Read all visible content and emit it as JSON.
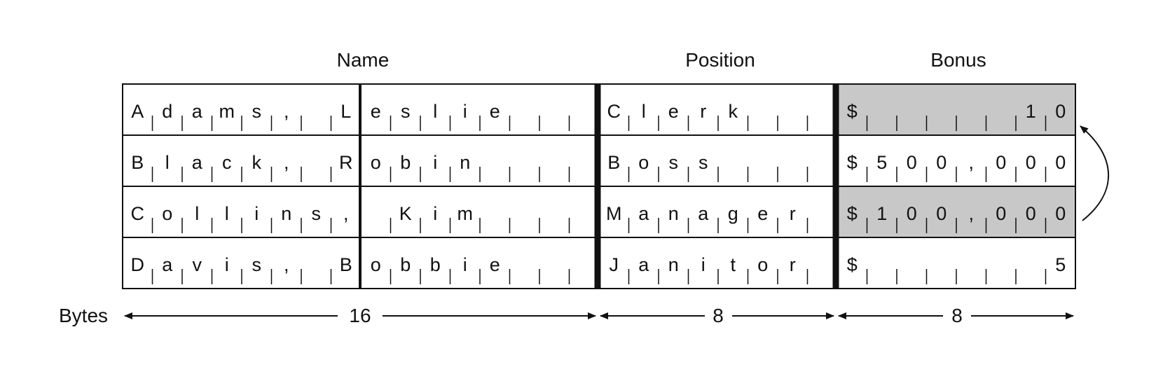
{
  "headers": {
    "name": "Name",
    "position": "Position",
    "bonus": "Bonus"
  },
  "byte_labels": {
    "prefix": "Bytes",
    "name_width": "16",
    "position_width": "8",
    "bonus_width": "8"
  },
  "rows": [
    {
      "name": "Adams, Leslie",
      "position": "Clerk",
      "bonus": "$10",
      "highlight": true
    },
    {
      "name": "Black, Robin",
      "position": "Boss",
      "bonus": "$500,000",
      "highlight": false
    },
    {
      "name": "Collins, Kim",
      "position": "Manager",
      "bonus": "$100,000",
      "highlight": true
    },
    {
      "name": "Davis, Bobbie",
      "position": "Janitor",
      "bonus": "$5",
      "highlight": false
    }
  ],
  "cells": [
    {
      "name": [
        "A",
        "d",
        "a",
        "m",
        "s",
        ",",
        " ",
        "L",
        "e",
        "s",
        "l",
        "i",
        "e",
        " ",
        " ",
        " "
      ],
      "position": [
        "C",
        "l",
        "e",
        "r",
        "k",
        " ",
        " ",
        " "
      ],
      "bonus": [
        "$",
        " ",
        " ",
        " ",
        " ",
        " ",
        "1",
        "0"
      ]
    },
    {
      "name": [
        "B",
        "l",
        "a",
        "c",
        "k",
        ",",
        " ",
        "R",
        "o",
        "b",
        "i",
        "n",
        " ",
        " ",
        " ",
        " "
      ],
      "position": [
        "B",
        "o",
        "s",
        "s",
        " ",
        " ",
        " ",
        " "
      ],
      "bonus": [
        "$",
        "5",
        "0",
        "0",
        ",",
        "0",
        "0",
        "0"
      ]
    },
    {
      "name": [
        "C",
        "o",
        "l",
        "l",
        "i",
        "n",
        "s",
        ",",
        " ",
        "K",
        "i",
        "m",
        " ",
        " ",
        " ",
        " "
      ],
      "position": [
        "M",
        "a",
        "n",
        "a",
        "g",
        "e",
        "r",
        " "
      ],
      "bonus": [
        "$",
        "1",
        "0",
        "0",
        ",",
        "0",
        "0",
        "0"
      ]
    },
    {
      "name": [
        "D",
        "a",
        "v",
        "i",
        "s",
        ",",
        " ",
        "B",
        "o",
        "b",
        "b",
        "i",
        "e",
        " ",
        " ",
        " "
      ],
      "position": [
        "J",
        "a",
        "n",
        "i",
        "t",
        "o",
        "r",
        " "
      ],
      "bonus": [
        "$",
        " ",
        " ",
        " ",
        " ",
        " ",
        " ",
        "5"
      ]
    }
  ],
  "colors": {
    "highlight": "#c8c8c8",
    "ink": "#111111"
  }
}
